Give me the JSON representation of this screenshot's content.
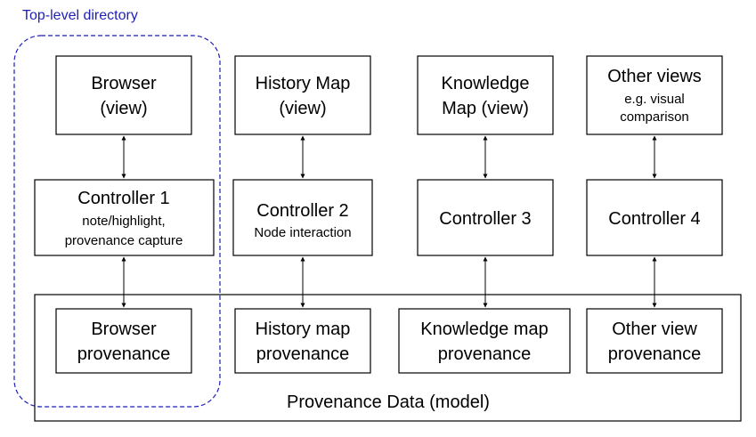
{
  "group": {
    "label": "Top-level directory",
    "color": "#1f1fb8"
  },
  "model": {
    "label": "Provenance Data (model)"
  },
  "views": [
    {
      "lines": [
        "Browser",
        "(view)"
      ],
      "sub": []
    },
    {
      "lines": [
        "History Map",
        "(view)"
      ],
      "sub": []
    },
    {
      "lines": [
        "Knowledge",
        "Map (view)"
      ],
      "sub": []
    },
    {
      "lines": [
        "Other views"
      ],
      "sub": [
        "e.g. visual",
        "comparison"
      ]
    }
  ],
  "controllers": [
    {
      "lines": [
        "Controller 1"
      ],
      "sub": [
        "note/highlight,",
        "provenance capture"
      ]
    },
    {
      "lines": [
        "Controller 2"
      ],
      "sub": [
        "Node interaction"
      ]
    },
    {
      "lines": [
        "Controller 3"
      ],
      "sub": []
    },
    {
      "lines": [
        "Controller 4"
      ],
      "sub": []
    }
  ],
  "provenance": [
    {
      "lines": [
        "Browser",
        "provenance"
      ]
    },
    {
      "lines": [
        "History map",
        "provenance"
      ]
    },
    {
      "lines": [
        "Knowledge map",
        "provenance"
      ]
    },
    {
      "lines": [
        "Other view",
        "provenance"
      ]
    }
  ]
}
